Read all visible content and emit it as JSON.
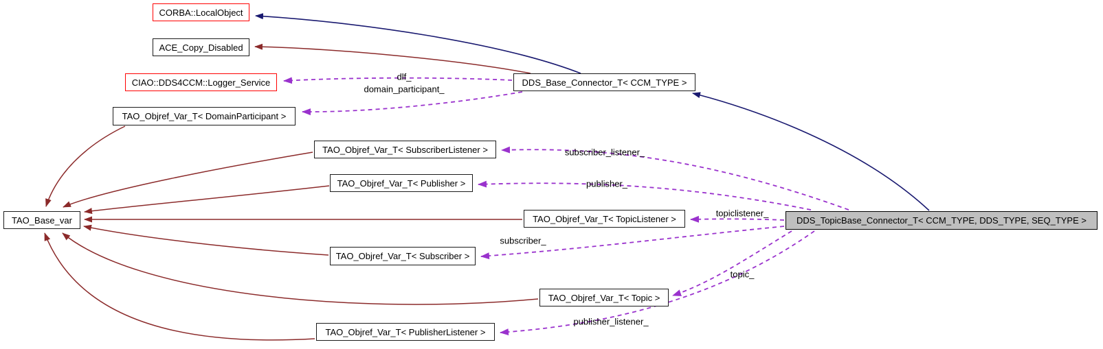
{
  "diagram": {
    "kind": "collaboration-graph",
    "selected_node": "DDS_TopicBase_Connector_T< CCM_TYPE, DDS_TYPE, SEQ_TYPE >",
    "colors": {
      "inheritance_public": "#191970",
      "inheritance_private": "#8b2a2a",
      "usage_edge": "#9a32cd",
      "node_border": "#1a1a1a",
      "node_border_truncated": "#ff0000",
      "selected_node_fill": "#bfbfbf",
      "background": "#ffffff",
      "text": "#000000"
    },
    "nodes": [
      {
        "label": "CORBA::LocalObject",
        "truncated": true
      },
      {
        "label": "ACE_Copy_Disabled",
        "truncated": false
      },
      {
        "label": "CIAO::DDS4CCM::Logger_Service",
        "truncated": true
      },
      {
        "label": "TAO_Objref_Var_T< DomainParticipant >",
        "truncated": false
      },
      {
        "label": "TAO_Objref_Var_T< SubscriberListener >",
        "truncated": false
      },
      {
        "label": "TAO_Objref_Var_T< Publisher >",
        "truncated": false
      },
      {
        "label": "TAO_Base_var",
        "truncated": false
      },
      {
        "label": "TAO_Objref_Var_T< TopicListener >",
        "truncated": false
      },
      {
        "label": "TAO_Objref_Var_T< Subscriber >",
        "truncated": false
      },
      {
        "label": "TAO_Objref_Var_T< Topic >",
        "truncated": false
      },
      {
        "label": "TAO_Objref_Var_T< PublisherListener >",
        "truncated": false
      },
      {
        "label": "DDS_Base_Connector_T< CCM_TYPE >",
        "truncated": false
      },
      {
        "label": "DDS_TopicBase_Connector_T< CCM_TYPE, DDS_TYPE, SEQ_TYPE >",
        "truncated": false,
        "selected": true
      }
    ],
    "edge_labels": [
      {
        "text": "dlf_"
      },
      {
        "text": "domain_participant_"
      },
      {
        "text": "subscriber_listener_"
      },
      {
        "text": "publisher_"
      },
      {
        "text": "topiclistener_"
      },
      {
        "text": "subscriber_"
      },
      {
        "text": "topic_"
      },
      {
        "text": "publisher_listener_"
      }
    ]
  }
}
